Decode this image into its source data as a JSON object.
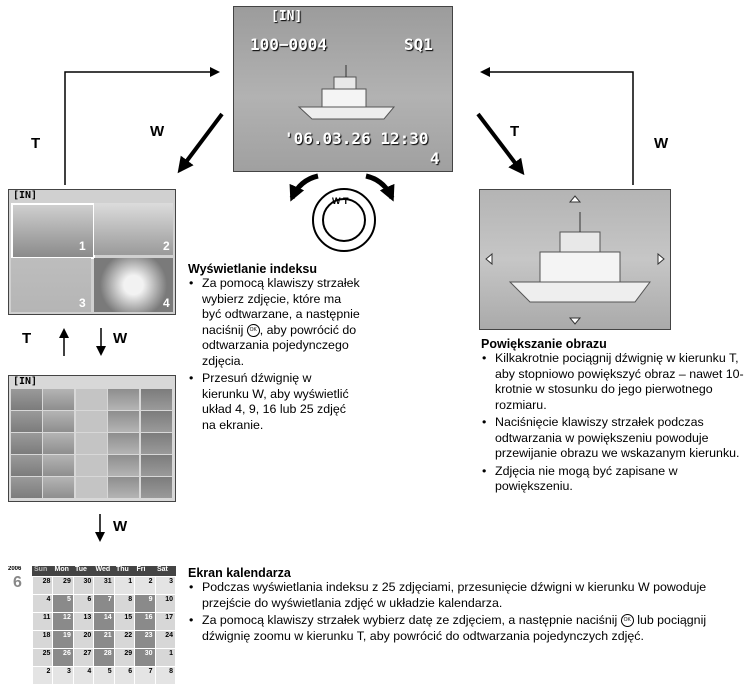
{
  "labels": {
    "t_left": "T",
    "w_left": "W",
    "t_mid": "T",
    "w_right": "W",
    "t_low": "T",
    "w_low": "W",
    "w_bottom": "W"
  },
  "single_view": {
    "memory": "[IN]",
    "file": "100−0004",
    "quality": "SQ1",
    "datetime": "'06.03.26  12:30",
    "frame": "4"
  },
  "lever": {
    "marks": "W T"
  },
  "index4": {
    "memory": "[IN]",
    "nums": [
      "1",
      "2",
      "3",
      "4"
    ]
  },
  "index25": {
    "memory": "[IN]"
  },
  "index_section": {
    "title": "Wyświetlanie indeksu",
    "b1_before": "Za pomocą klawiszy strzałek wybierz zdjęcie, które ma być odtwarzane, a następnie naciśnij",
    "b1_after": ", aby powrócić do odtwarzania pojedynczego zdjęcia.",
    "b2": "Przesuń dźwignię w kierunku W, aby wyświetlić układ 4, 9, 16 lub 25 zdjęć na ekranie."
  },
  "zoom_section": {
    "title": "Powiększanie obrazu",
    "b1": "Kilkakrotnie pociągnij dźwignię w kierunku T, aby stopniowo powiększyć obraz – nawet 10-krotnie w stosunku do jego pierwotnego rozmiaru.",
    "b2": "Naciśnięcie klawiszy strzałek podczas odtwarzania w powiększeniu powoduje przewijanie obrazu we wskazanym kierunku.",
    "b3": "Zdjęcia nie mogą być zapisane w powiększeniu."
  },
  "calendar_section": {
    "title": "Ekran kalendarza",
    "b1": "Podczas wyświetlania indeksu z 25 zdjęciami, przesunięcie dźwigni w kierunku W powoduje przejście do wyświetlania zdjęć w układzie kalendarza.",
    "b2_before": "Za pomocą klawiszy strzałek wybierz datę ze zdjęciem, a następnie naciśnij",
    "b2_after": "lub pociągnij dźwignię zoomu w kierunku T, aby powrócić do odtwarzania pojedynczych zdjęć."
  },
  "ok_icon": "OK",
  "calendar": {
    "year": "2006",
    "month": "6",
    "days": [
      "Sun",
      "Mon",
      "Tue",
      "Wed",
      "Thu",
      "Fri",
      "Sat"
    ],
    "rows": [
      [
        "28",
        "29",
        "30",
        "31",
        "1",
        "2",
        "3"
      ],
      [
        "4",
        "5",
        "6",
        "7",
        "8",
        "9",
        "10"
      ],
      [
        "11",
        "12",
        "13",
        "14",
        "15",
        "16",
        "17"
      ],
      [
        "18",
        "19",
        "20",
        "21",
        "22",
        "23",
        "24"
      ],
      [
        "25",
        "26",
        "27",
        "28",
        "29",
        "30",
        "1"
      ],
      [
        "2",
        "3",
        "4",
        "5",
        "6",
        "7",
        "8"
      ]
    ]
  }
}
